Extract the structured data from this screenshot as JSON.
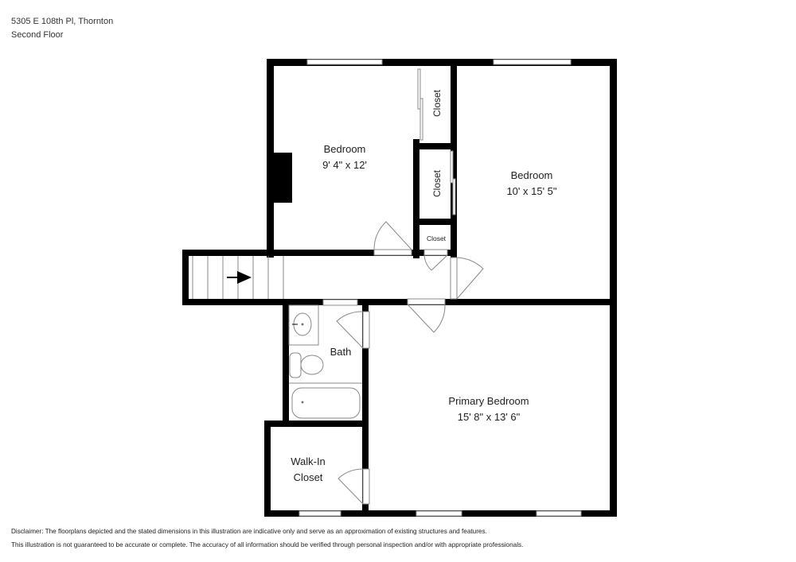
{
  "header": {
    "address": "5305 E 108th Pl, Thornton",
    "floor": "Second Floor"
  },
  "rooms": [
    {
      "id": "bedroom-2",
      "name": "Bedroom",
      "dimensions": "9' 4\" x 12'"
    },
    {
      "id": "bedroom-3",
      "name": "Bedroom",
      "dimensions": "10' x 15' 5\""
    },
    {
      "id": "closet-upper",
      "name": "Closet"
    },
    {
      "id": "closet-middle",
      "name": "Closet"
    },
    {
      "id": "closet-small",
      "name": "Closet"
    },
    {
      "id": "bath",
      "name": "Bath"
    },
    {
      "id": "primary-bedroom",
      "name": "Primary Bedroom",
      "dimensions": "15' 8\" x 13' 6\""
    },
    {
      "id": "walk-in-closet",
      "name_line1": "Walk-In",
      "name_line2": "Closet"
    }
  ],
  "disclaimer": {
    "line1": "Disclaimer: The floorplans depicted and the stated dimensions in this illustration are indicative only and serve as an approximation of existing structures and features.",
    "line2": "This illustration is not guaranteed to be accurate or complete. The accuracy of all information should be verified through personal inspection and/or with appropriate professionals."
  },
  "colors": {
    "wall": "#000000",
    "background": "#ffffff",
    "fixture_line": "#888888"
  }
}
